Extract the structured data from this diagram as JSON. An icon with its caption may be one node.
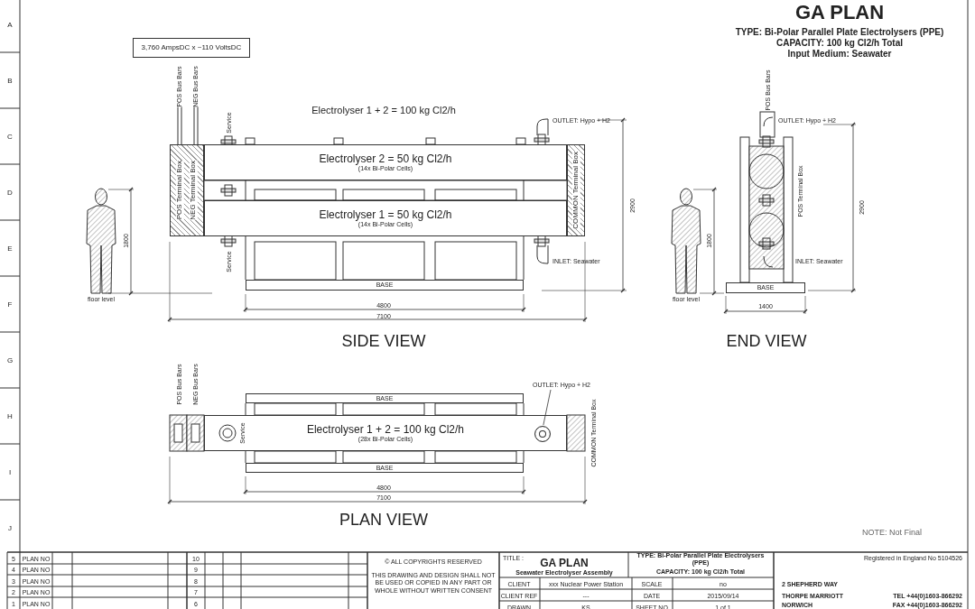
{
  "diagram": {
    "title": "GA PLAN",
    "nodes": [
      {
        "text": [
          "3,760 AmpsDC x ~110 VoltsDC"
        ]
      },
      {
        "text": [
          "POS Terminal Box",
          "NEG Terminal Box"
        ]
      },
      {
        "text": [
          "Electrolyser 2 = 50 kg Cl2/h",
          "(14x Bi-Polar Cells)"
        ]
      },
      {
        "text": [
          "Electrolyser 1 = 50 kg Cl2/h",
          "(14x Bi-Polar Cells)"
        ]
      },
      {
        "text": [
          "COMMON Terminal Box"
        ]
      },
      {
        "text": [
          "BASE"
        ]
      },
      {
        "text": [
          "BASE"
        ]
      },
      {
        "text": [
          "BASE"
        ]
      },
      {
        "text": [
          "Electrolyser 1 + 2 = 100 kg Cl2/h",
          "(28x Bi-Polar Cells)"
        ]
      },
      {
        "text": [
          "BASE"
        ]
      },
      {
        "text": [
          "OUTLET: Hypo + H2"
        ]
      },
      {
        "text": [],
        "shape": "circle",
        "in": 8
      }
    ],
    "edges": [
      {
        "from": 10,
        "to": 11,
        "arrow": "none"
      }
    ],
    "labels": [
      "A",
      "B",
      "C",
      "D",
      "E",
      "F",
      "G",
      "H",
      "I",
      "J",
      "TYPE: Bi-Polar Parallel Plate Electrolysers (PPE)",
      "CAPACITY: 100 kg Cl2/h Total",
      "Input Medium: Seawater",
      "POS Bus Bars",
      "NEG Bus Bars",
      "Electrolyser 1 + 2 = 100 kg Cl2/h",
      "Service",
      "OUTLET: Hypo + H2",
      "Service",
      "INLET: Seawater",
      "1800",
      "2900",
      "floor level",
      "4800",
      "7100",
      "SIDE VIEW",
      "POS Bus Bars",
      "OUTLET: Hypo + H2",
      "POS Terminal Box",
      "2900",
      "1800",
      "INLET: Seawater",
      "floor level",
      "1400",
      "END VIEW",
      "POS Bus Bars",
      "NEG Bus Bars",
      "Service",
      "COMMON Terminal Box",
      "4800",
      "7100",
      "PLAN VIEW",
      "NOTE: Not Final",
      "5",
      "PLAN NO",
      "10",
      "4",
      "PLAN NO",
      "9",
      "3",
      "PLAN NO",
      "8",
      "2",
      "PLAN NO",
      "7",
      "1",
      "PLAN NO",
      "6",
      "© ALL COPYRIGHTS RESERVED",
      "THIS DRAWING AND DESIGN SHALL NOT BE USED OR COPIED IN ANY PART OR WHOLE WITHOUT WRITTEN CONSENT",
      "TITLE :",
      "GA PLAN",
      "Seawater Electrolyser Assembly",
      "TYPE: Bi-Polar Parallel Plate Electrolysers (PPE)",
      "CAPACITY: 100 kg Cl2/h Total",
      "Registered in England No 5104526",
      "CLIENT",
      "xxx Nuclear Power Station",
      "SCALE",
      "no",
      "2 SHEPHERD WAY",
      "CLIENT REF",
      "---",
      "DATE",
      "2015/09/14",
      "THORPE MARRIOTT",
      "TEL +44(0)1603-866292",
      "DRAWN",
      "KS",
      "SHEET NO",
      "1 of 1",
      "NORWICH",
      "FAX +44(0)1603-866292"
    ]
  }
}
